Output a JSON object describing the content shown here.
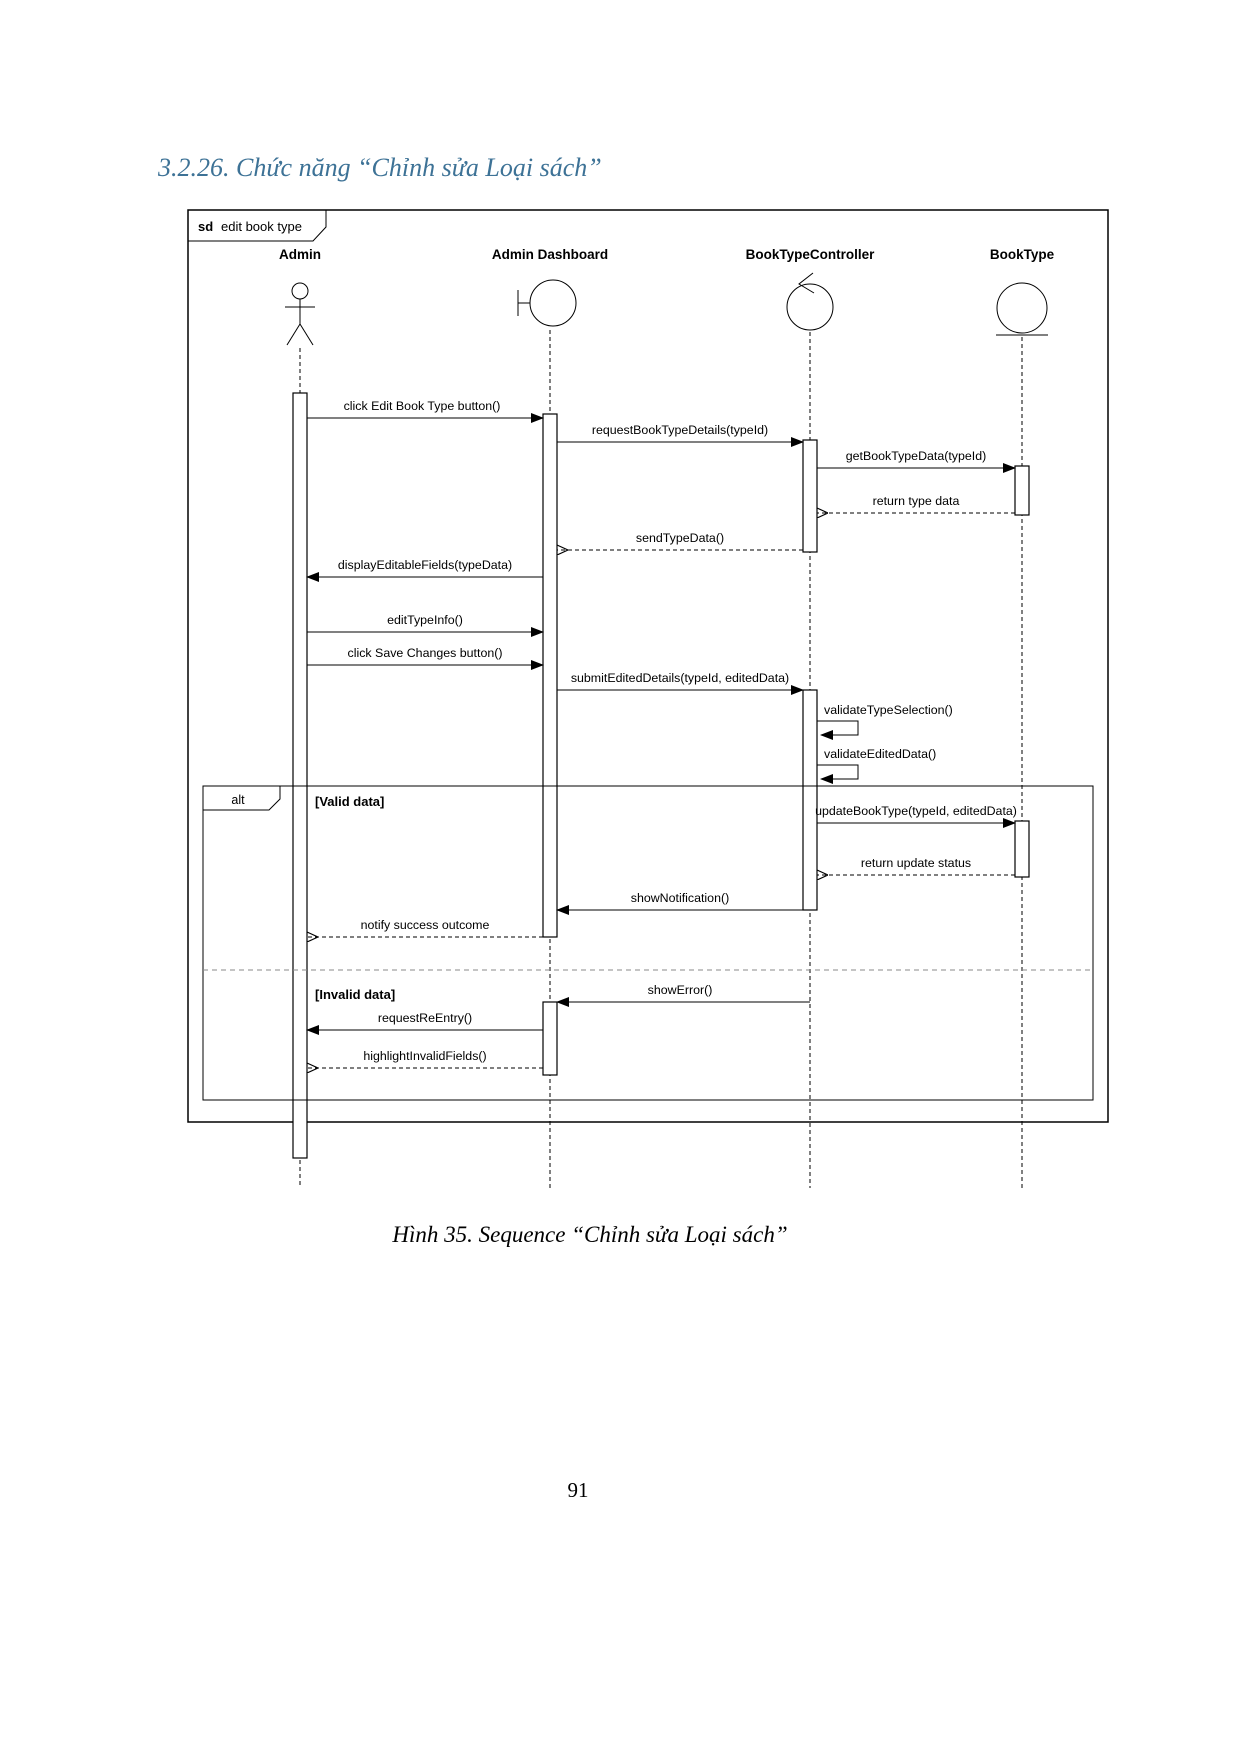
{
  "page": {
    "heading": "3.2.26. Chức năng “Chỉnh sửa Loại sách”",
    "caption": "Hình 35. Sequence “Chỉnh sửa Loại sách”",
    "page_number": "91"
  },
  "colors": {
    "heading_accent": "#3d7296",
    "diagram_line": "#000000",
    "divider_gray": "#8a8a8a"
  },
  "diagram": {
    "frame_keyword": "sd",
    "frame_name": "edit book type",
    "lifelines": [
      {
        "name": "Admin",
        "stereotype": "actor"
      },
      {
        "name": "Admin Dashboard",
        "stereotype": "boundary"
      },
      {
        "name": "BookTypeController",
        "stereotype": "control"
      },
      {
        "name": "BookType",
        "stereotype": "entity"
      }
    ],
    "fragment": {
      "operator": "alt",
      "guard_valid": "[Valid data]",
      "guard_invalid": "[Invalid data]"
    },
    "messages": [
      {
        "label": "click Edit Book Type button()",
        "from": "Admin",
        "to": "Admin Dashboard",
        "type": "sync"
      },
      {
        "label": "requestBookTypeDetails(typeId)",
        "from": "Admin Dashboard",
        "to": "BookTypeController",
        "type": "sync"
      },
      {
        "label": "getBookTypeData(typeId)",
        "from": "BookTypeController",
        "to": "BookType",
        "type": "sync"
      },
      {
        "label": "return type data",
        "from": "BookType",
        "to": "BookTypeController",
        "type": "return"
      },
      {
        "label": "sendTypeData()",
        "from": "BookTypeController",
        "to": "Admin Dashboard",
        "type": "return"
      },
      {
        "label": "displayEditableFields(typeData)",
        "from": "Admin Dashboard",
        "to": "Admin",
        "type": "sync"
      },
      {
        "label": "editTypeInfo()",
        "from": "Admin",
        "to": "Admin Dashboard",
        "type": "sync"
      },
      {
        "label": "click Save Changes button()",
        "from": "Admin",
        "to": "Admin Dashboard",
        "type": "sync"
      },
      {
        "label": "submitEditedDetails(typeId, editedData)",
        "from": "Admin Dashboard",
        "to": "BookTypeController",
        "type": "sync"
      },
      {
        "label": "validateTypeSelection()",
        "from": "BookTypeController",
        "to": "BookTypeController",
        "type": "self"
      },
      {
        "label": "validateEditedData()",
        "from": "BookTypeController",
        "to": "BookTypeController",
        "type": "self"
      },
      {
        "label": "updateBookType(typeId, editedData)",
        "from": "BookTypeController",
        "to": "BookType",
        "type": "sync"
      },
      {
        "label": "return update status",
        "from": "BookType",
        "to": "BookTypeController",
        "type": "return"
      },
      {
        "label": "showNotification()",
        "from": "BookTypeController",
        "to": "Admin Dashboard",
        "type": "sync"
      },
      {
        "label": "notify success outcome",
        "from": "Admin Dashboard",
        "to": "Admin",
        "type": "return"
      },
      {
        "label": "showError()",
        "from": "BookTypeController",
        "to": "Admin Dashboard",
        "type": "sync"
      },
      {
        "label": "requestReEntry()",
        "from": "Admin Dashboard",
        "to": "Admin",
        "type": "sync"
      },
      {
        "label": "highlightInvalidFields()",
        "from": "Admin Dashboard",
        "to": "Admin",
        "type": "return"
      }
    ]
  }
}
